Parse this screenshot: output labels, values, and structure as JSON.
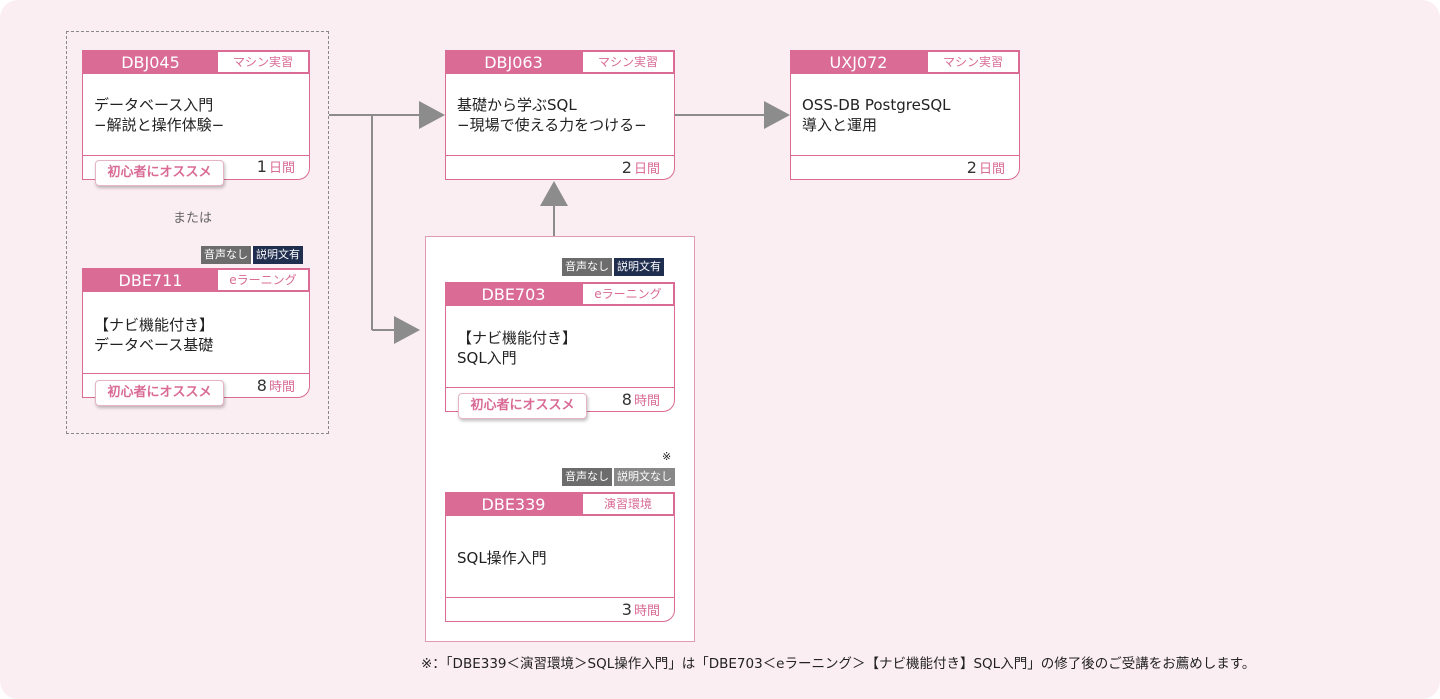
{
  "courses": {
    "dbj045": {
      "code": "DBJ045",
      "type": "マシン実習",
      "title": "データベース入門\n−解説と操作体験−",
      "duration": "1",
      "unit": "日間",
      "recommend": "初心者にオススメ"
    },
    "dbe711": {
      "code": "DBE711",
      "type": "eラーニング",
      "title": "【ナビ機能付き】\nデータベース基礎",
      "duration": "8",
      "unit": "時間",
      "recommend": "初心者にオススメ"
    },
    "dbj063": {
      "code": "DBJ063",
      "type": "マシン実習",
      "title": "基礎から学ぶSQL\n−現場で使える力をつける−",
      "duration": "2",
      "unit": "日間"
    },
    "uxj072": {
      "code": "UXJ072",
      "type": "マシン実習",
      "title": "OSS-DB PostgreSQL\n導入と運用",
      "duration": "2",
      "unit": "日間"
    },
    "dbe703": {
      "code": "DBE703",
      "type": "eラーニング",
      "title": "【ナビ機能付き】\nSQL入門",
      "duration": "8",
      "unit": "時間",
      "recommend": "初心者にオススメ"
    },
    "dbe339": {
      "code": "DBE339",
      "type": "演習環境",
      "title": "SQL操作入門",
      "duration": "3",
      "unit": "時間"
    }
  },
  "or_label": "または",
  "badges": {
    "dbe711": {
      "audio": "音声なし",
      "caption": "説明文有",
      "caption_color": "#1f2d4e"
    },
    "dbe703": {
      "audio": "音声なし",
      "caption": "説明文有",
      "caption_color": "#1f2d4e"
    },
    "dbe339": {
      "audio": "音声なし",
      "caption": "説明文なし",
      "caption_color": "#888888"
    }
  },
  "asterisk": "※",
  "footnote": "※：「DBE339＜演習環境＞SQL操作入門」は「DBE703＜eラーニング＞【ナビ機能付き】SQL入門」の修了後のご受講をお薦めします。",
  "colors": {
    "accent": "#d96b95",
    "arrow": "#8c8c8c",
    "background": "#fbeef2"
  }
}
